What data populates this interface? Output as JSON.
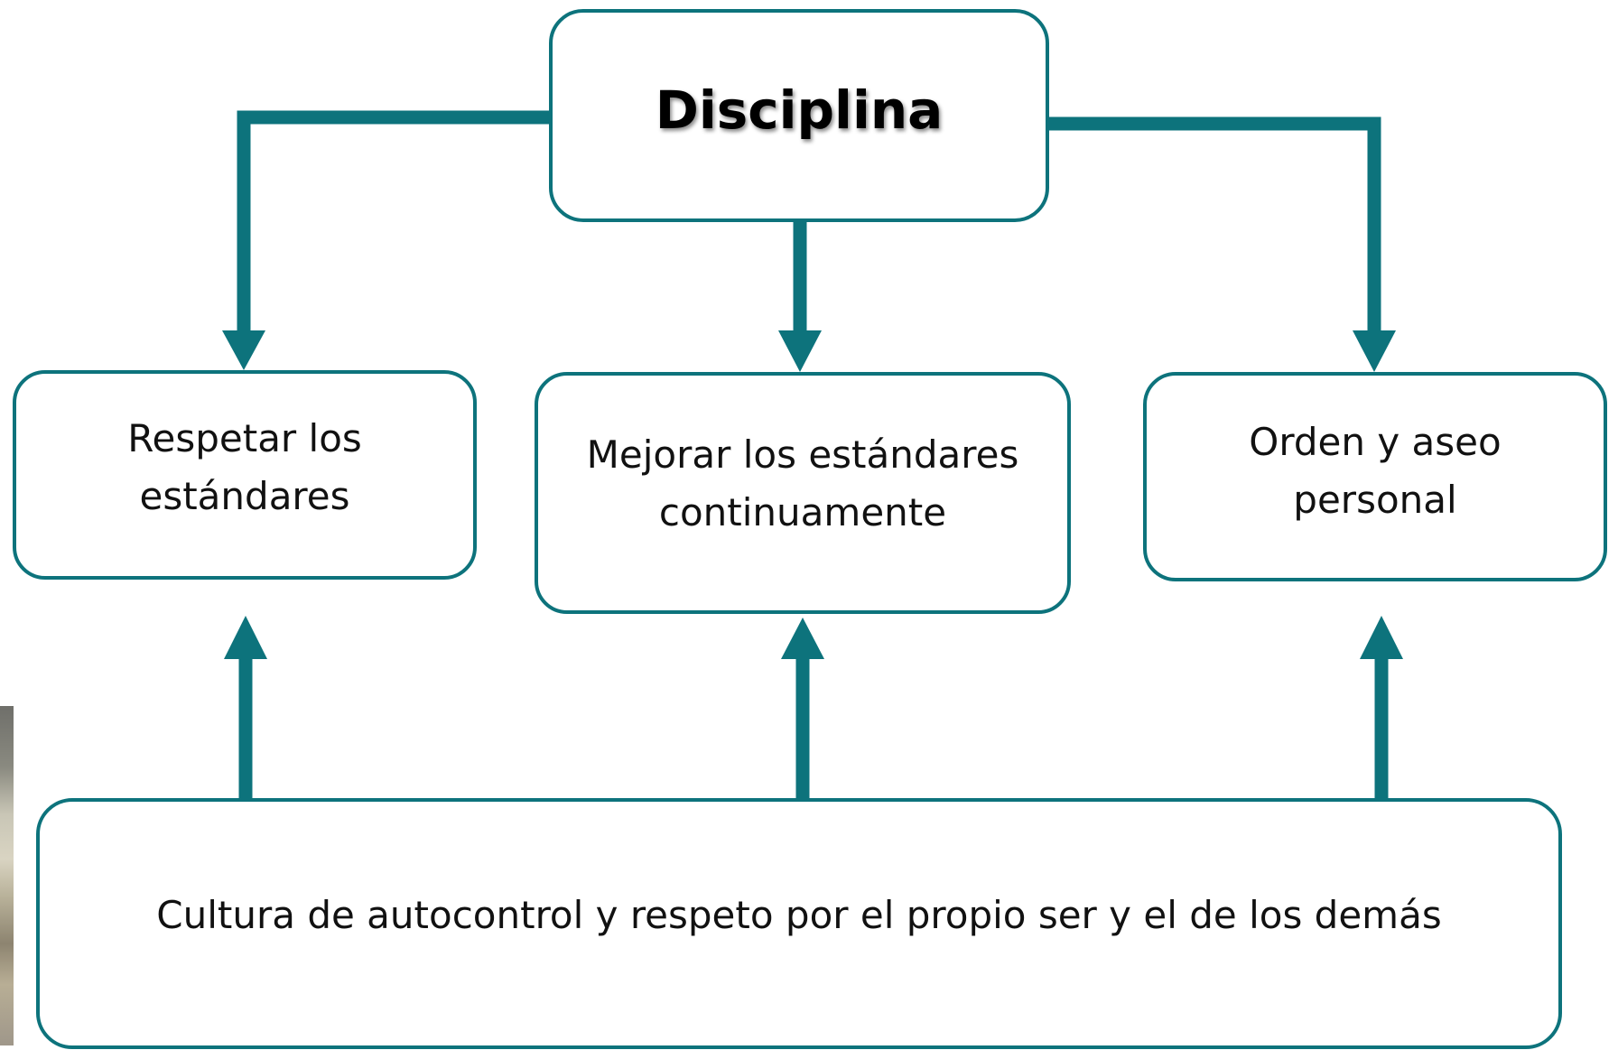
{
  "diagram": {
    "root": {
      "label": "Disciplina"
    },
    "branches": [
      {
        "label": "Respetar los\nestándares"
      },
      {
        "label": "Mejorar los estándares\ncontinuamente"
      },
      {
        "label": "Orden y aseo\npersonal"
      }
    ],
    "base": {
      "label": "Cultura de autocontrol y respeto por el propio ser y el de los demás"
    }
  },
  "colors": {
    "accent": "#0d737c",
    "text": "#111111",
    "background": "#ffffff"
  }
}
